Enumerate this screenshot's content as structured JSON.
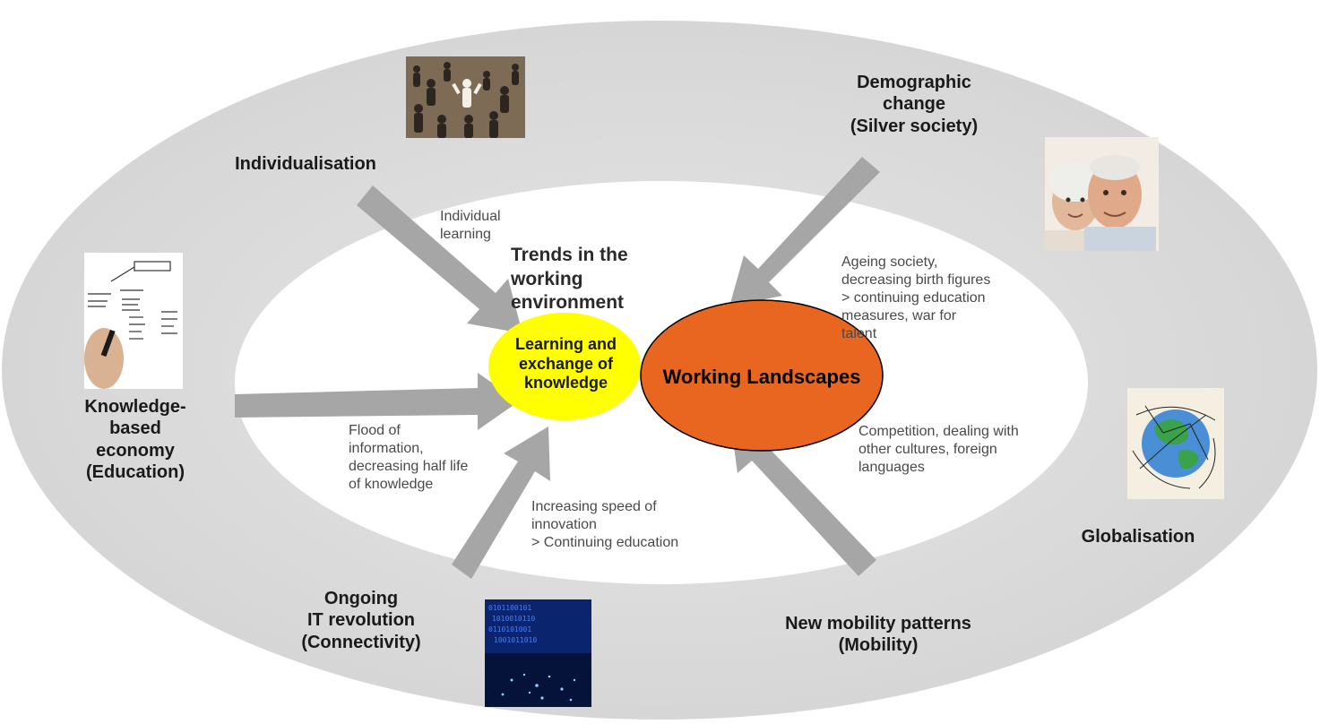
{
  "colors": {
    "outer_ellipse": "#d9d9d9",
    "inner_ellipse": "#ffffff",
    "arrow": "#a6a6a6",
    "learning_ellipse": "#ffff00",
    "working_ellipse": "#e8661f"
  },
  "center": {
    "title": "Trends in the\nworking\nenvironment",
    "learning": "Learning and\nexchange of\nknowledge",
    "working_landscapes": "Working Landscapes"
  },
  "drivers": {
    "individualisation": "Individualisation",
    "demographic": "Demographic\nchange\n(Silver society)",
    "knowledge_economy": "Knowledge-\nbased\neconomy\n(Education)",
    "globalisation": "Globalisation",
    "it_revolution": "Ongoing\nIT revolution\n(Connectivity)",
    "mobility": "New mobility patterns\n(Mobility)"
  },
  "effects": {
    "individual_learning": "Individual\nlearning",
    "ageing": "Ageing society,\ndecreasing birth figures\n> continuing education\nmeasures, war for\ntalent",
    "competition": "Competition, dealing with\nother cultures, foreign\nlanguages",
    "flood": "Flood of\ninformation,\ndecreasing half life\nof knowledge",
    "speed": "Increasing speed of\ninnovation\n> Continuing education"
  },
  "images": {
    "crowd": "crowd-photo",
    "elderly": "elderly-couple-photo",
    "writing": "hand-writing-photo",
    "globe": "globe-network-photo",
    "binary": "binary-fiber-photo"
  }
}
